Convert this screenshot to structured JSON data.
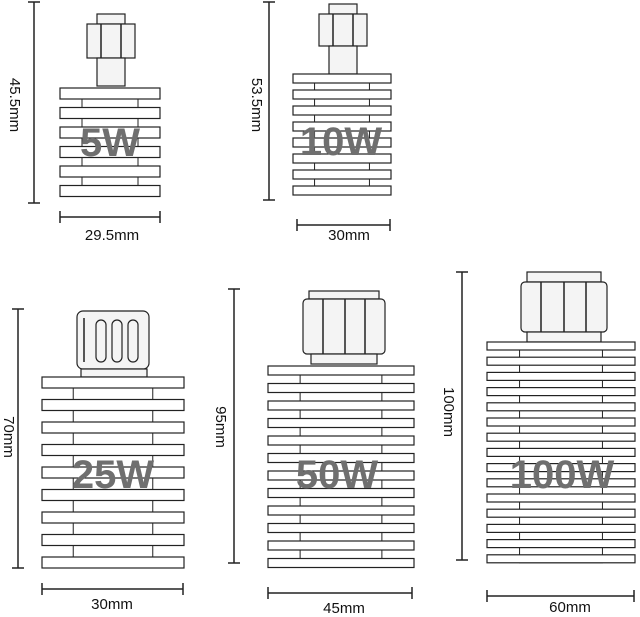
{
  "colors": {
    "line": "#222222",
    "fin_fill": "#ffffff",
    "watt_text": "#6f6f6f",
    "connector_fill": "#f4f4f4"
  },
  "items": [
    {
      "label": "5W",
      "height": "45.5mm",
      "width": "29.5mm"
    },
    {
      "label": "10W",
      "height": "53.5mm",
      "width": "30mm"
    },
    {
      "label": "25W",
      "height": "70mm",
      "width": "30mm"
    },
    {
      "label": "50W",
      "height": "95mm",
      "width": "45mm"
    },
    {
      "label": "100W",
      "height": "100mm",
      "width": "60mm"
    }
  ]
}
